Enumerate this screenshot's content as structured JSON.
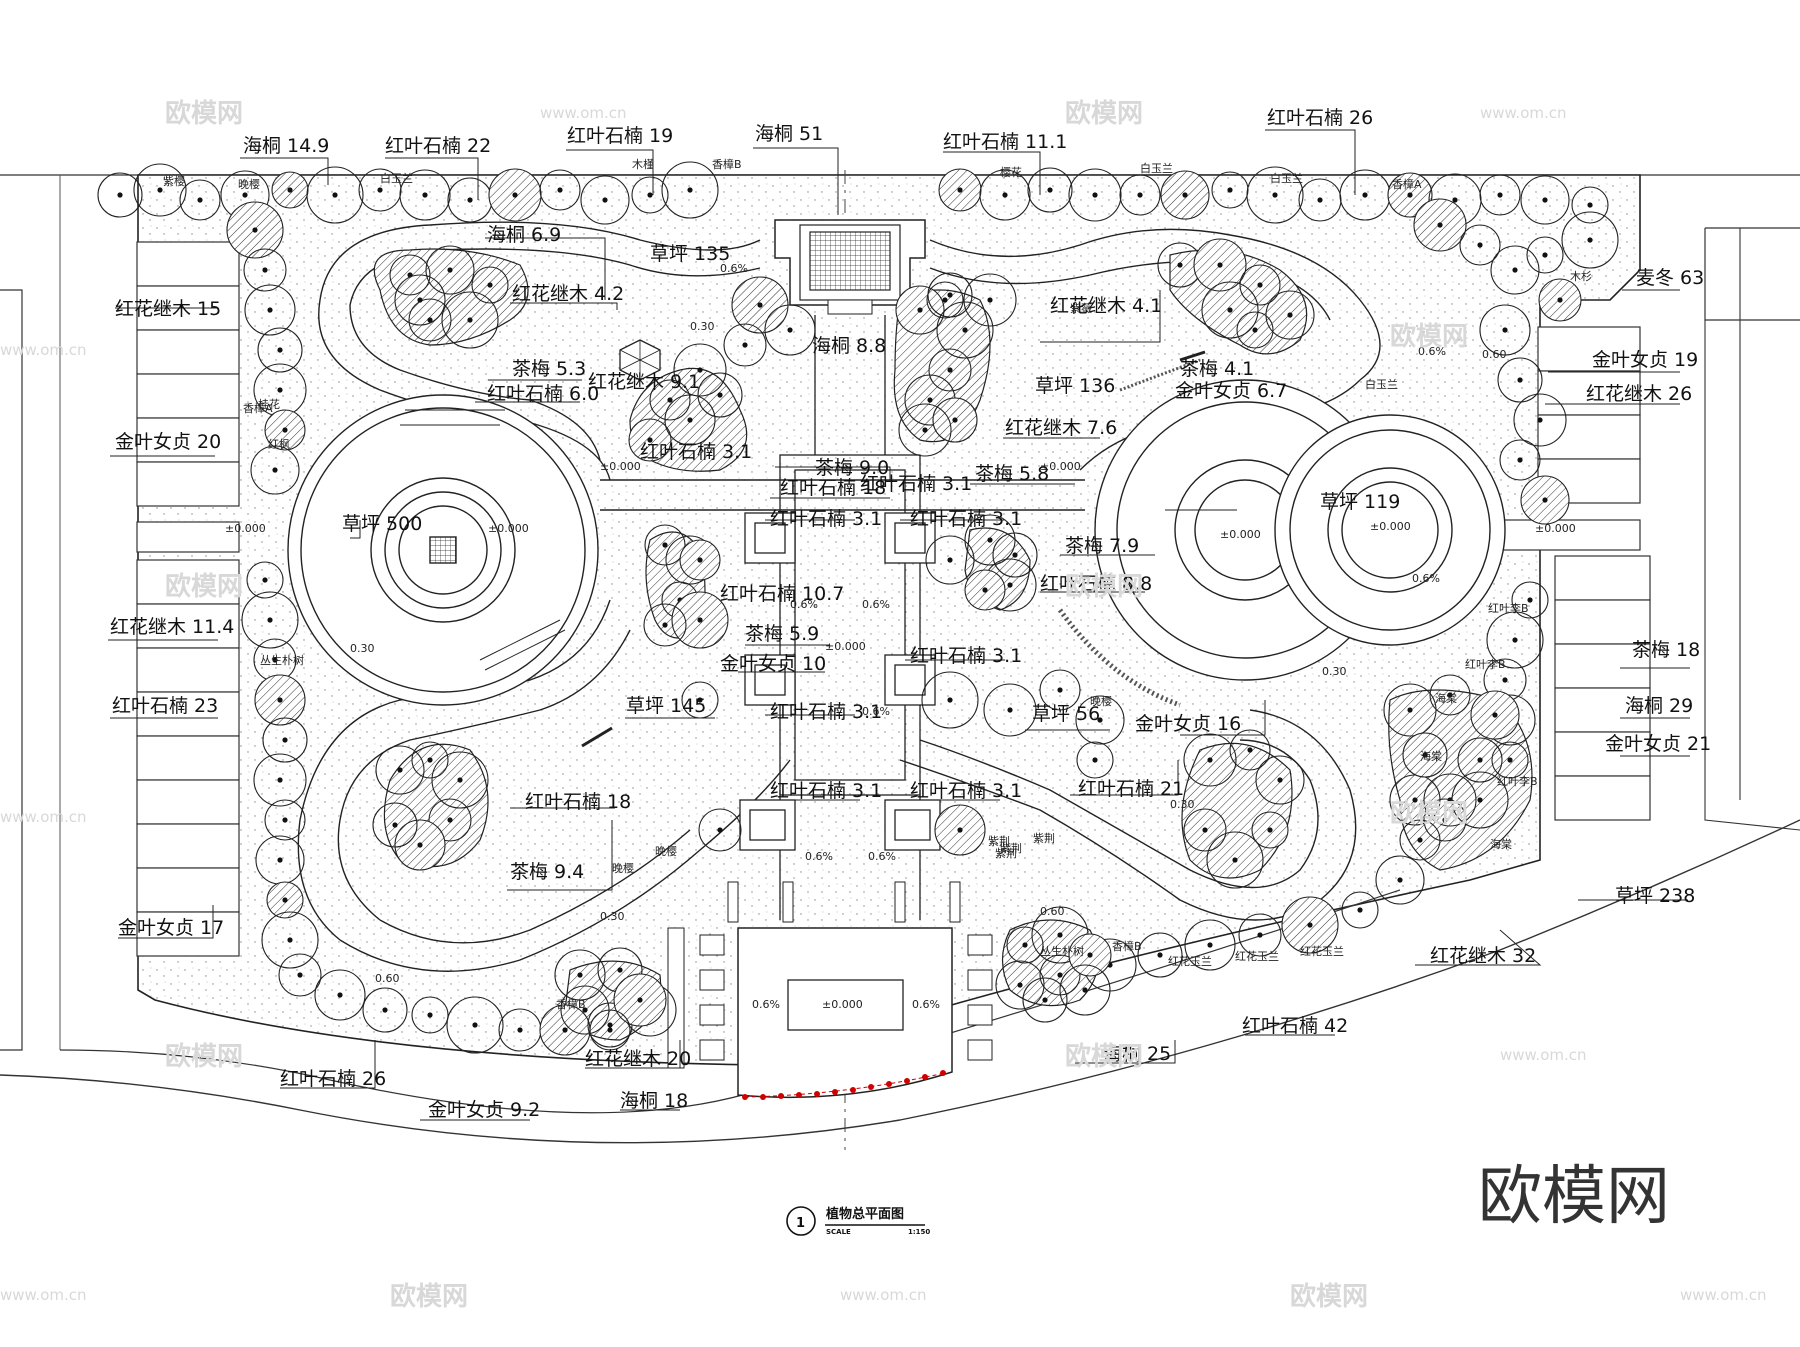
{
  "drawing": {
    "title": "植物总平面图",
    "number": "1",
    "scale_label": "SCALE",
    "scale_value": "1:150"
  },
  "watermarks": {
    "brand": "欧模网",
    "site": "www.om.cn",
    "corner_brand": "欧模网"
  },
  "plant_labels": [
    {
      "text": "海桐 14.9"
    },
    {
      "text": "红叶石楠 22"
    },
    {
      "text": "红叶石楠 19"
    },
    {
      "text": "海桐 51"
    },
    {
      "text": "红叶石楠 11.1"
    },
    {
      "text": "红叶石楠 26"
    },
    {
      "text": "海桐 6.9"
    },
    {
      "text": "草坪 135"
    },
    {
      "text": "红花继木 15"
    },
    {
      "text": "红花继木 4.2"
    },
    {
      "text": "红花继木 4.1"
    },
    {
      "text": "海桐 8.8"
    },
    {
      "text": "麦冬 63"
    },
    {
      "text": "茶梅 5.3"
    },
    {
      "text": "红花继木 9.1"
    },
    {
      "text": "草坪 136"
    },
    {
      "text": "茶梅 4.1"
    },
    {
      "text": "金叶女贞 19"
    },
    {
      "text": "红叶石楠 6.0"
    },
    {
      "text": "金叶女贞 6.7"
    },
    {
      "text": "红花继木 26"
    },
    {
      "text": "金叶女贞 20"
    },
    {
      "text": "红花继木 7.6"
    },
    {
      "text": "茶梅 9.0"
    },
    {
      "text": "茶梅 5.8"
    },
    {
      "text": "红叶石楠 18"
    },
    {
      "text": "草坪 500"
    },
    {
      "text": "红叶石楠 3.1"
    },
    {
      "text": "草坪 119"
    },
    {
      "text": "茶梅 7.9"
    },
    {
      "text": "红叶石楠 10.7"
    },
    {
      "text": "红叶石楠 8.8"
    },
    {
      "text": "红花继木 11.4"
    },
    {
      "text": "茶梅 5.9"
    },
    {
      "text": "金叶女贞 10"
    },
    {
      "text": "茶梅 18"
    },
    {
      "text": "红叶石楠 23"
    },
    {
      "text": "草坪 145"
    },
    {
      "text": "草坪 56"
    },
    {
      "text": "金叶女贞 16"
    },
    {
      "text": "海桐 29"
    },
    {
      "text": "金叶女贞 21"
    },
    {
      "text": "红叶石楠 21"
    },
    {
      "text": "茶梅 9.4"
    },
    {
      "text": "草坪 238"
    },
    {
      "text": "金叶女贞 17"
    },
    {
      "text": "红花继木 32"
    },
    {
      "text": "红叶石楠 42"
    },
    {
      "text": "海桐 25"
    },
    {
      "text": "红叶石楠 26"
    },
    {
      "text": "红花继木 20"
    },
    {
      "text": "金叶女贞 9.2"
    },
    {
      "text": "海桐 18"
    },
    {
      "text": "红叶石楠 3.1"
    },
    {
      "text": "红叶石楠 3.1"
    },
    {
      "text": "红叶石楠 3.1"
    },
    {
      "text": "红叶石楠 3.1"
    },
    {
      "text": "红叶石楠 3.1"
    },
    {
      "text": "红叶石楠 3.1"
    },
    {
      "text": "红叶石楠 3.1"
    },
    {
      "text": "红叶石楠 18"
    }
  ],
  "tree_tags": [
    {
      "text": "紫樱"
    },
    {
      "text": "晚樱"
    },
    {
      "text": "白玉兰"
    },
    {
      "text": "白玉兰"
    },
    {
      "text": "白玉兰"
    },
    {
      "text": "香樟B"
    },
    {
      "text": "香樟A"
    },
    {
      "text": "木槿"
    },
    {
      "text": "红枫"
    },
    {
      "text": "桂花"
    },
    {
      "text": "樱花"
    },
    {
      "text": "紫薇"
    },
    {
      "text": "晚樱"
    },
    {
      "text": "晚樱"
    },
    {
      "text": "紫荆"
    },
    {
      "text": "紫荆"
    },
    {
      "text": "紫荆"
    },
    {
      "text": "晚樱"
    },
    {
      "text": "紫荆"
    },
    {
      "text": "白玉兰"
    },
    {
      "text": "红叶李B"
    },
    {
      "text": "海棠"
    },
    {
      "text": "海棠"
    },
    {
      "text": "丛生朴树"
    },
    {
      "text": "香樟B"
    },
    {
      "text": "红花玉兰"
    },
    {
      "text": "红花玉兰"
    },
    {
      "text": "红花玉兰"
    },
    {
      "text": "红叶李B"
    },
    {
      "text": "香樟B"
    },
    {
      "text": "丛生朴树"
    },
    {
      "text": "香樟A"
    },
    {
      "text": "海棠"
    },
    {
      "text": "红叶李B"
    },
    {
      "text": "木杉"
    }
  ],
  "elevations": [
    {
      "text": "±0.000"
    },
    {
      "text": "±0.000"
    },
    {
      "text": "±0.000"
    },
    {
      "text": "±0.000"
    },
    {
      "text": "±0.000"
    },
    {
      "text": "±0.000"
    },
    {
      "text": "±0.000"
    },
    {
      "text": "±0.000"
    },
    {
      "text": "±0.000"
    }
  ],
  "slopes": [
    {
      "text": "0.6%"
    },
    {
      "text": "0.6%"
    },
    {
      "text": "0.6%"
    },
    {
      "text": "0.6%"
    },
    {
      "text": "0.6%"
    },
    {
      "text": "0.6%"
    },
    {
      "text": "0.6%"
    },
    {
      "text": "0.6%"
    },
    {
      "text": "0.6%"
    },
    {
      "text": "0.6%"
    }
  ],
  "spot_heights": [
    {
      "text": "0.30"
    },
    {
      "text": "0.30"
    },
    {
      "text": "0.30"
    },
    {
      "text": "0.60"
    },
    {
      "text": "0.60"
    },
    {
      "text": "0.30"
    },
    {
      "text": "0.60"
    },
    {
      "text": "0.30"
    }
  ]
}
